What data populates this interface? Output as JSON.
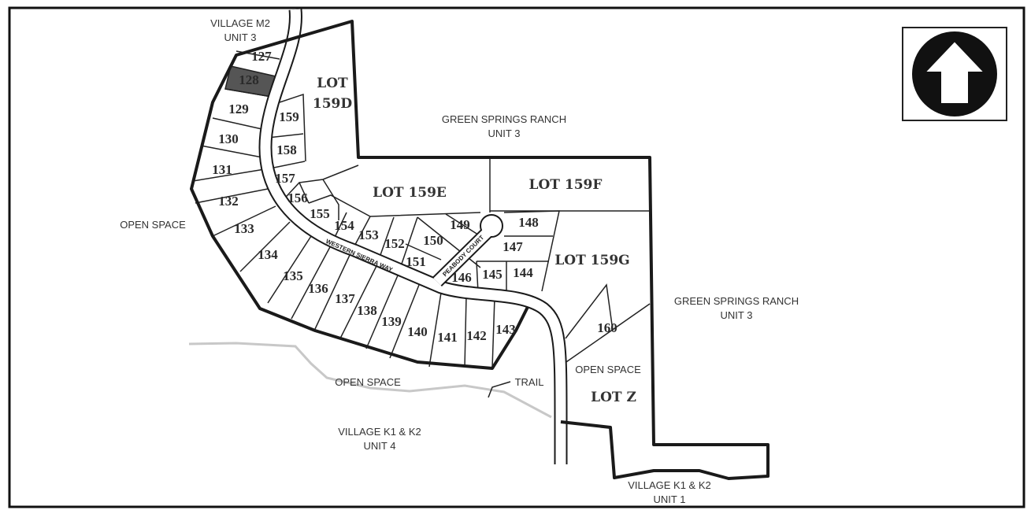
{
  "map": {
    "lots": {
      "l127": "127",
      "l128": "128",
      "l129": "129",
      "l130": "130",
      "l131": "131",
      "l132": "132",
      "l133": "133",
      "l134": "134",
      "l135": "135",
      "l136": "136",
      "l137": "137",
      "l138": "138",
      "l139": "139",
      "l140": "140",
      "l141": "141",
      "l142": "142",
      "l143": "143",
      "l144": "144",
      "l145": "145",
      "l146": "146",
      "l147": "147",
      "l148": "148",
      "l149": "149",
      "l150": "150",
      "l151": "151",
      "l152": "152",
      "l153": "153",
      "l154": "154",
      "l155": "155",
      "l156": "156",
      "l157": "157",
      "l158": "158",
      "l159": "159",
      "l160": "160"
    },
    "big_lots": {
      "d_line1": "LOT",
      "d_line2": "159D",
      "e": "LOT 159E",
      "f": "LOT 159F",
      "g": "LOT 159G",
      "z": "LOT Z"
    },
    "areas": {
      "village_m2_1": "VILLAGE M2",
      "village_m2_2": "UNIT 3",
      "gsr_north_1": "GREEN SPRINGS RANCH",
      "gsr_north_2": "UNIT 3",
      "open_space_west": "OPEN SPACE",
      "gsr_east_1": "GREEN SPRINGS RANCH",
      "gsr_east_2": "UNIT 3",
      "open_space_south": "OPEN SPACE",
      "trail": "TRAIL",
      "open_space_z": "OPEN SPACE",
      "k_unit4_1": "VILLAGE K1 & K2",
      "k_unit4_2": "UNIT 4",
      "k_unit1_1": "VILLAGE K1 & K2",
      "k_unit1_2": "UNIT 1"
    },
    "streets": {
      "western": "WESTERN SIERRA WAY",
      "peabody": "PEABODY COURT"
    },
    "highlighted_lot": "128",
    "colors": {
      "highlight": "#555555",
      "trail": "#c8c8c8",
      "line": "#1a1a1a"
    }
  }
}
